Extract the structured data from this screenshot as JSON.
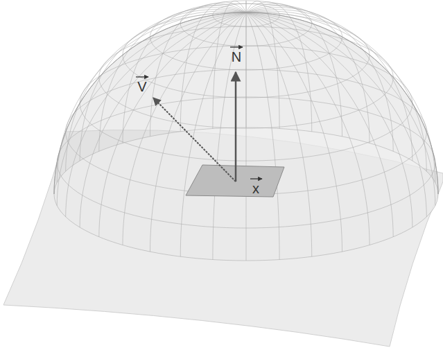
{
  "diagram": {
    "labels": [
      "V",
      "N",
      "x"
    ]
  }
}
